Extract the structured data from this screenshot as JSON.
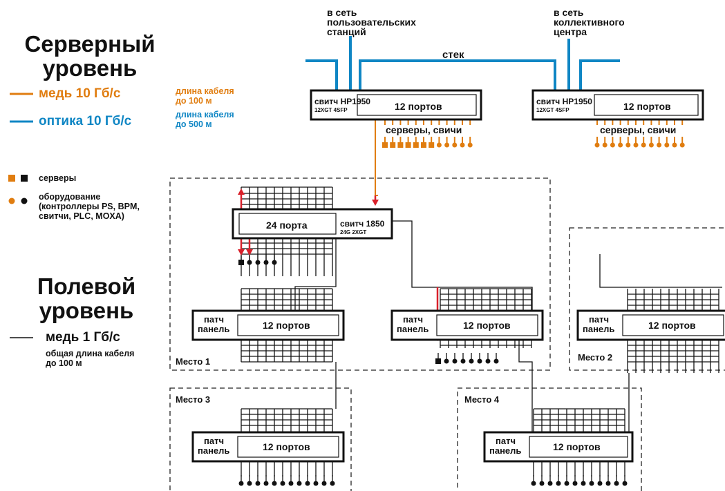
{
  "server_level": {
    "title_line1": "Серверный",
    "title_line2": "уровень",
    "copper_label": "медь 10 Гб/с",
    "copper_length_line1": "длина кабеля",
    "copper_length_line2": "до 100 м",
    "optics_label": "оптика 10 Гб/с",
    "optics_length_line1": "длина кабеля",
    "optics_length_line2": "до 500 м"
  },
  "legend": {
    "servers": "серверы",
    "equipment_line1": "оборудование",
    "equipment_line2": "(контроллеры PS, BPM,",
    "equipment_line3": "свитчи, PLC, MOXA)"
  },
  "field_level": {
    "title_line1": "Полевой",
    "title_line2": "уровень",
    "copper_label": "медь 1 Гб/с",
    "length_line1": "общая длина кабеля",
    "length_line2": "до 100 м"
  },
  "top_labels": {
    "user_net_line1": "в сеть",
    "user_net_line2": "пользовательских",
    "user_net_line3": "станций",
    "coll_net_line1": "в сеть",
    "coll_net_line2": "коллективного",
    "coll_net_line3": "центра",
    "stack": "стек"
  },
  "hp_switch_left": {
    "name": "свитч HP1950",
    "model": "12XGT 4SFP",
    "ports": "12 портов",
    "below": "серверы, свичи"
  },
  "hp_switch_right": {
    "name": "свитч HP1950",
    "model": "12XGT 4SFP",
    "ports": "12 портов",
    "below": "серверы, свичи"
  },
  "switch_1850": {
    "ports": "24 порта",
    "name": "свитч 1850",
    "model": "24G 2XGT"
  },
  "patch_label_line1": "патч",
  "patch_label_line2": "панель",
  "patch_ports": "12 портов",
  "places": {
    "place1": "Место 1",
    "place2": "Место 2",
    "place3": "Место 3",
    "place4": "Место 4"
  },
  "colors": {
    "copper10": "#e07d10",
    "optics10": "#0f86c4",
    "copper1": "#111111",
    "red_arrow": "#d9202a"
  }
}
